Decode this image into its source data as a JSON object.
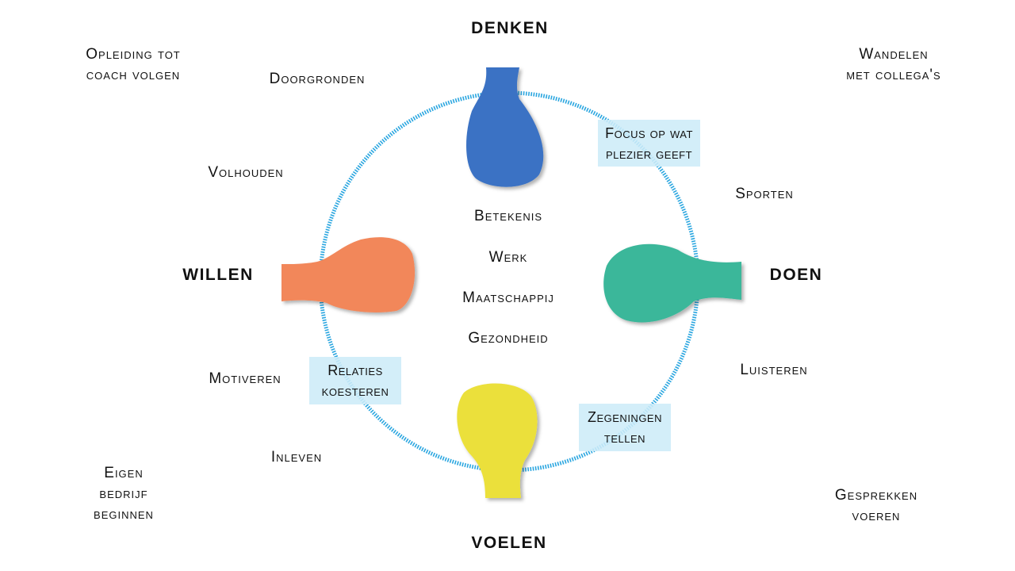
{
  "axes": {
    "top": "DENKEN",
    "right": "DOEN",
    "bottom": "VOELEN",
    "left": "WILLEN"
  },
  "center_items": [
    "Betekenis",
    "Werk",
    "Maatschappij",
    "Gezondheid"
  ],
  "outer_labels": {
    "doorgronden": "Doorgronden",
    "volhouden": "Volhouden",
    "sporten": "Sporten",
    "luisteren": "Luisteren",
    "motiveren": "Motiveren",
    "inleven": "Inleven"
  },
  "corner_labels": {
    "top_left": [
      "Opleiding tot",
      "coach volgen"
    ],
    "top_right": [
      "Wandelen",
      "met collega's"
    ],
    "bottom_left": [
      "Eigen",
      "bedrijf",
      "beginnen"
    ],
    "bottom_right": [
      "Gesprekken",
      "voeren"
    ]
  },
  "highlight_boxes": {
    "focus": [
      "Focus op wat",
      "plezier geeft"
    ],
    "relaties": [
      "Relaties",
      "koesteren"
    ],
    "zegeningen": [
      "Zegeningen",
      "tellen"
    ]
  },
  "colors": {
    "ring": "#2aa6e0",
    "denken": "#3a72c4",
    "doen": "#3bb79a",
    "voelen": "#ebe03a",
    "willen": "#f2875a",
    "box": "#cdecf8"
  }
}
